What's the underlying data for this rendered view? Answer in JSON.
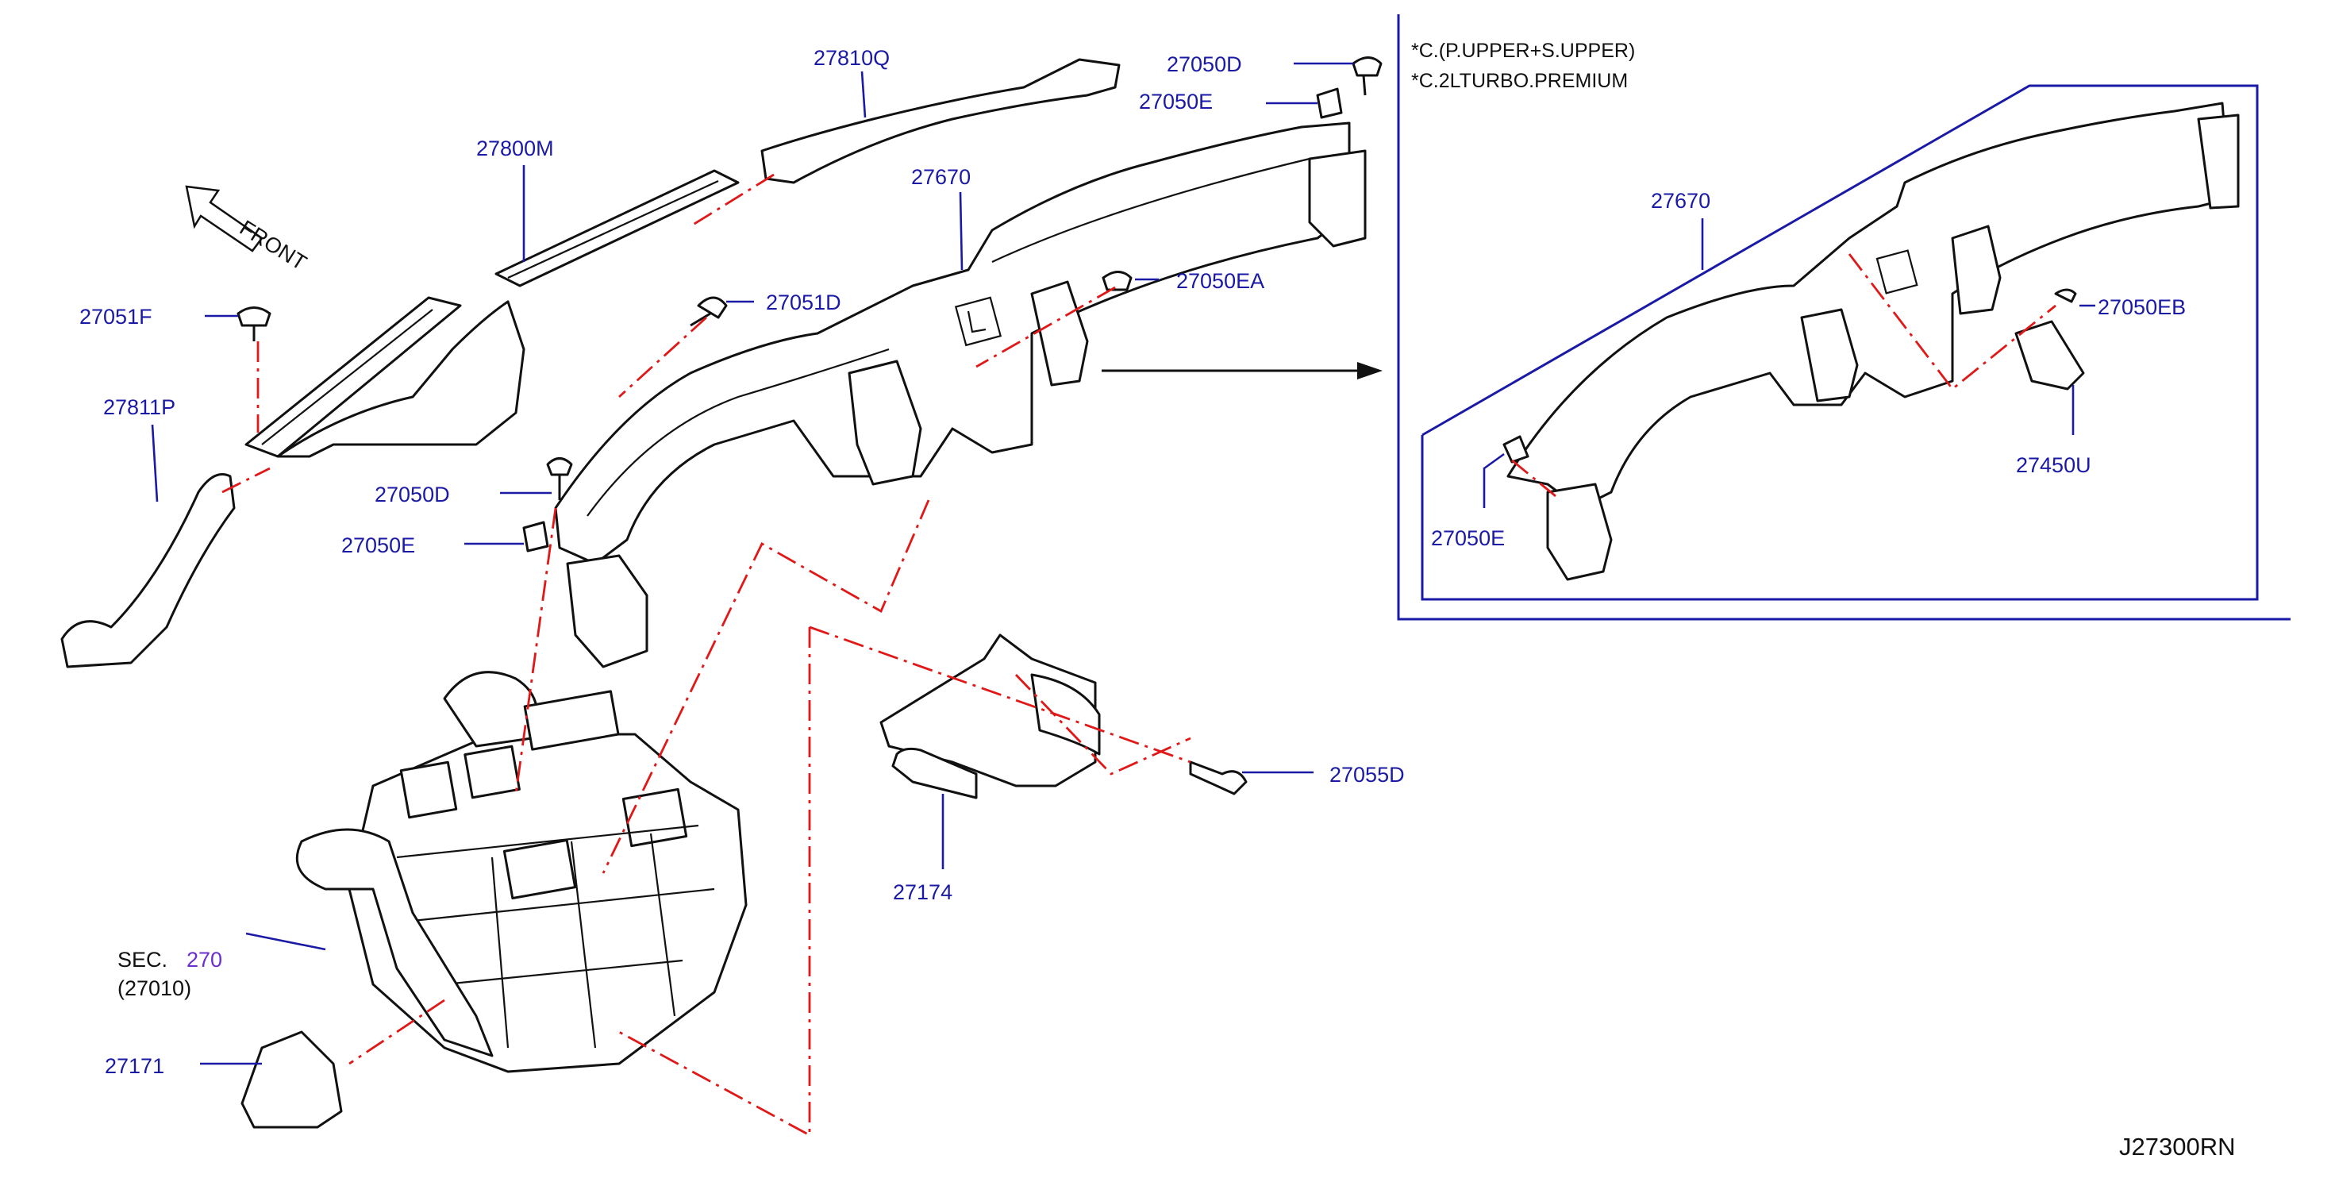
{
  "diagram": {
    "code": "J27300RN",
    "front_label": "FRONT",
    "notes": [
      "*C.(P.UPPER+S.UPPER)",
      "*C.2LTURBO.PREMIUM"
    ],
    "section": {
      "prefix": "SEC.",
      "number": "270",
      "sub": "(27010)"
    },
    "labels": {
      "p27810Q": "27810Q",
      "p27050D_top": "27050D",
      "p27050E_top": "27050E",
      "p27800M": "27800M",
      "p27670_main": "27670",
      "p27051F": "27051F",
      "p27051D": "27051D",
      "p27050EA": "27050EA",
      "p27811P": "27811P",
      "p27050D_mid": "27050D",
      "p27050E_mid": "27050E",
      "p27055D": "27055D",
      "p27174": "27174",
      "p27171": "27171",
      "p27670_inset": "27670",
      "p27050EB": "27050EB",
      "p27450U": "27450U",
      "p27050E_inset": "27050E"
    }
  },
  "colors": {
    "label": "#1a1aa6",
    "callout_line": "#1a1aa6",
    "phantom_line": "#e01818",
    "linework": "#111111"
  }
}
